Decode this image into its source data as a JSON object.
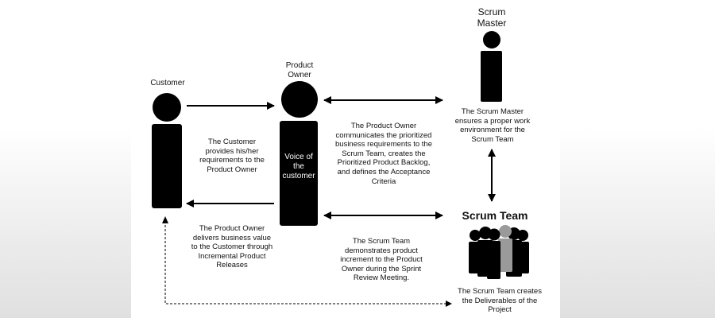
{
  "actors": {
    "customer": "Customer",
    "product_owner": "Product Owner",
    "scrum_master": "Scrum Master",
    "scrum_team": "Scrum Team",
    "voice_of_customer": "Voice of the customer"
  },
  "descriptions": {
    "customer_requirements": "The Customer provides his/her requirements to the Product Owner",
    "po_delivers_value": "The Product Owner delivers business value to the Customer through Incremental Product Releases",
    "po_communicates": "The Product Owner communicates the prioritized business requirements to the Scrum Team, creates the Prioritized Product Backlog, and defines the Acceptance Criteria",
    "scrum_master_ensures": "The Scrum Master ensures a proper work environment for the Scrum Team",
    "team_demonstrates": "The Scrum Team demonstrates product increment to the Product Owner during the Sprint Review Meeting.",
    "team_creates": "The Scrum Team creates the Deliverables of the Project"
  }
}
